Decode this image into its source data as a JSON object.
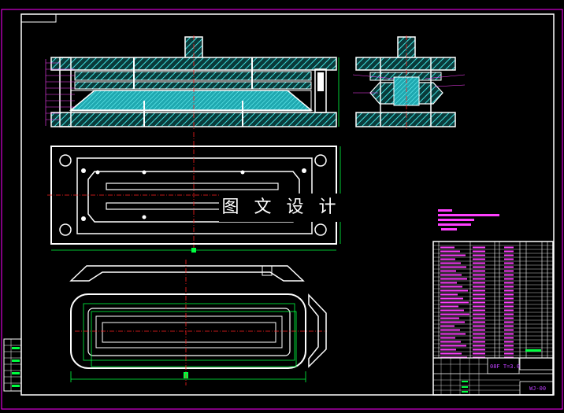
{
  "watermark": "图 文 设 计",
  "title_block": {
    "material_spec": "08F  T=3.0",
    "drawing_number": "WJ-00"
  },
  "colors": {
    "background": "#000000",
    "outline": "#ffffff",
    "border": "#ff00ff",
    "hatch": "#40e0e0",
    "centerline": "#ff2020",
    "dimension": "#00ff40",
    "table": "#ff40ff"
  },
  "views": [
    "front-section-view",
    "side-section-view",
    "plan-view",
    "part-side-view",
    "part-plan-view"
  ]
}
